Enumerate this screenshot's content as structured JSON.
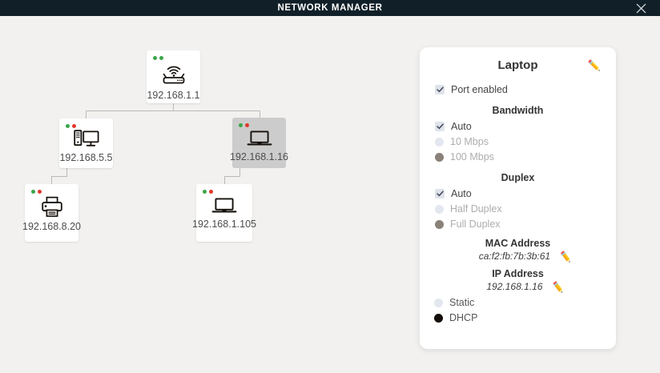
{
  "window": {
    "title": "NETWORK MANAGER",
    "close_icon": "close-icon",
    "titlebar_color": "#112028",
    "background_color": "#f2f1ef"
  },
  "topology": {
    "nodes": [
      {
        "id": "router",
        "label": "192.168.1.1",
        "icon": "wifi-router-icon",
        "selected": false,
        "status_dots": [
          "green",
          "green"
        ]
      },
      {
        "id": "desktop",
        "label": "192.168.5.5",
        "icon": "desktop-computer-icon",
        "selected": false,
        "status_dots": [
          "green",
          "red"
        ]
      },
      {
        "id": "laptop-selected",
        "label": "192.168.1.16",
        "icon": "laptop-icon",
        "selected": true,
        "status_dots": [
          "green",
          "red"
        ]
      },
      {
        "id": "printer",
        "label": "192.168.8.20",
        "icon": "printer-icon",
        "selected": false,
        "status_dots": [
          "green",
          "red"
        ]
      },
      {
        "id": "laptop-child",
        "label": "192.168.1.105",
        "icon": "laptop-icon",
        "selected": false,
        "status_dots": [
          "green",
          "red"
        ]
      }
    ]
  },
  "details": {
    "title": "Laptop",
    "edit_icon": "pencil-icon",
    "port_enabled": {
      "label": "Port enabled",
      "checked": true
    },
    "bandwidth": {
      "heading": "Bandwidth",
      "auto": {
        "label": "Auto",
        "checked": true
      },
      "options": [
        {
          "label": "10 Mbps",
          "selected": false,
          "disabled": true
        },
        {
          "label": "100 Mbps",
          "selected": true,
          "disabled": true
        }
      ]
    },
    "duplex": {
      "heading": "Duplex",
      "auto": {
        "label": "Auto",
        "checked": true
      },
      "options": [
        {
          "label": "Half Duplex",
          "selected": false,
          "disabled": true
        },
        {
          "label": "Full Duplex",
          "selected": true,
          "disabled": true
        }
      ]
    },
    "mac": {
      "heading": "MAC Address",
      "value": "ca:f2:fb:7b:3b:61",
      "edit_icon": "pencil-icon"
    },
    "ip": {
      "heading": "IP Address",
      "value": "192.168.1.16",
      "edit_icon": "pencil-icon"
    },
    "addressing": [
      {
        "label": "Static",
        "selected": false
      },
      {
        "label": "DHCP",
        "selected": true
      }
    ]
  },
  "colors": {
    "status_ok": "#3aa648",
    "status_error": "#e0392b",
    "selection": "#cccccc",
    "checkbox": "#dfe3ec"
  }
}
